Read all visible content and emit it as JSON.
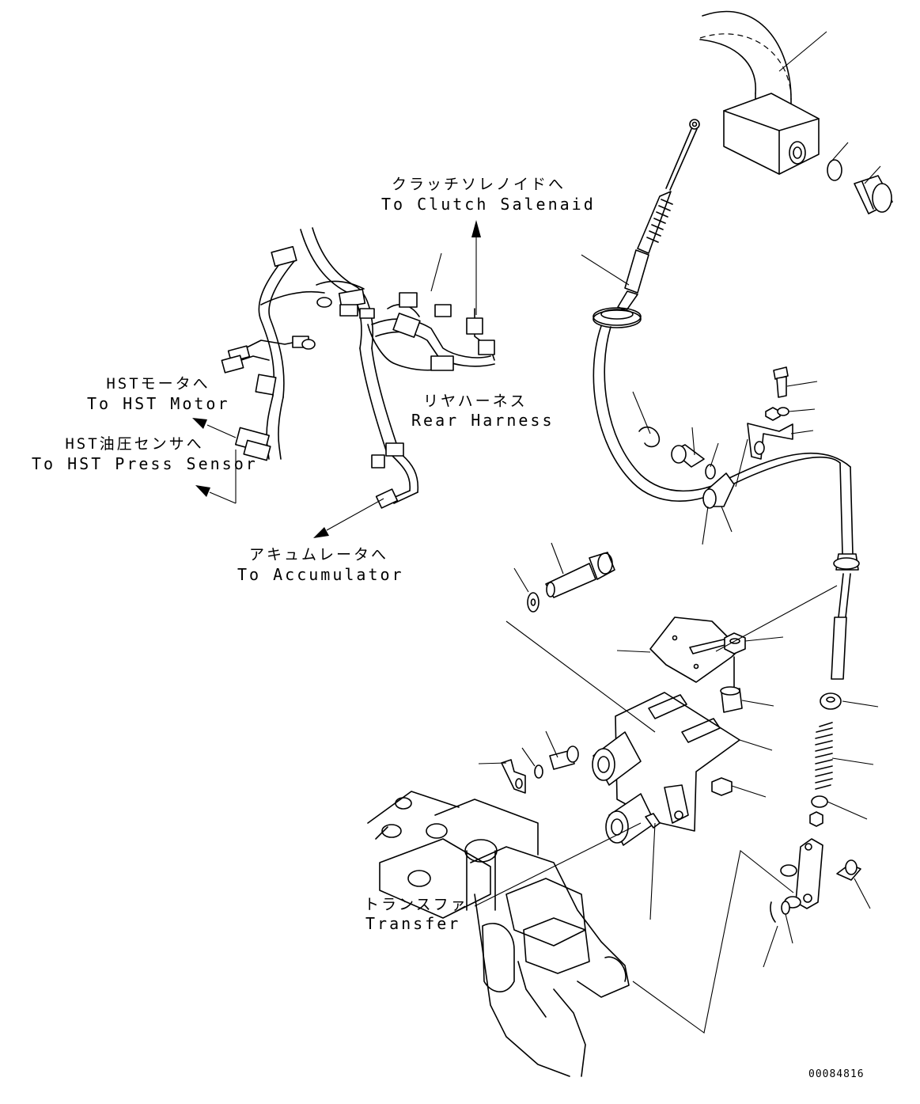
{
  "labels": {
    "clutch": {
      "jp": "クラッチソレノイドへ",
      "en": "To Clutch Salenaid"
    },
    "hst_motor": {
      "jp": "HSTモータへ",
      "en": "To HST Motor"
    },
    "hst_sensor": {
      "jp": "HST油圧センサへ",
      "en": "To HST Press Sensor"
    },
    "rear_harness": {
      "jp": "リヤハーネス",
      "en": "Rear Harness"
    },
    "accumulator": {
      "jp": "アキュムレータへ",
      "en": "To Accumulator"
    },
    "transfer": {
      "jp": "トランスファ",
      "en": "Transfer"
    }
  },
  "drawing_code": "00084816"
}
